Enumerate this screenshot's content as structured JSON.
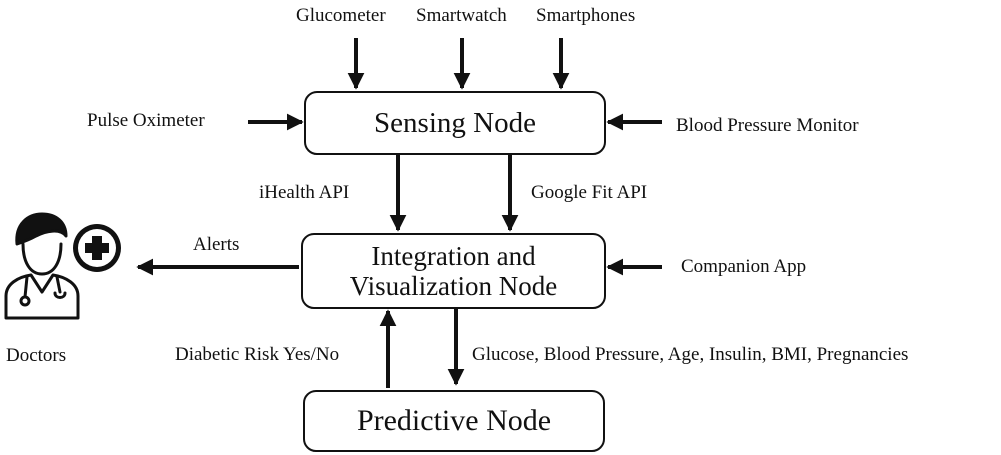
{
  "colors": {
    "stroke": "#111111",
    "background": "#ffffff"
  },
  "nodes": {
    "sensing": {
      "label": "Sensing Node"
    },
    "integration": {
      "line1": "Integration and",
      "line2": "Visualization Node"
    },
    "predictive": {
      "label": "Predictive Node"
    }
  },
  "inputs": {
    "glucometer": "Glucometer",
    "smartwatch": "Smartwatch",
    "smartphones": "Smartphones",
    "pulse_oximeter": "Pulse Oximeter",
    "blood_pressure_monitor": "Blood Pressure Monitor",
    "companion_app": "Companion App"
  },
  "edges": {
    "ihealth_api": "iHealth API",
    "google_fit_api": "Google Fit API",
    "alerts": "Alerts",
    "diabetic_risk": "Diabetic Risk Yes/No",
    "features": "Glucose, Blood Pressure, Age, Insulin, BMI, Pregnancies"
  },
  "actors": {
    "doctors": "Doctors"
  },
  "icons": {
    "doctor": "doctor-icon",
    "medical_cross": "medical-cross-icon"
  }
}
